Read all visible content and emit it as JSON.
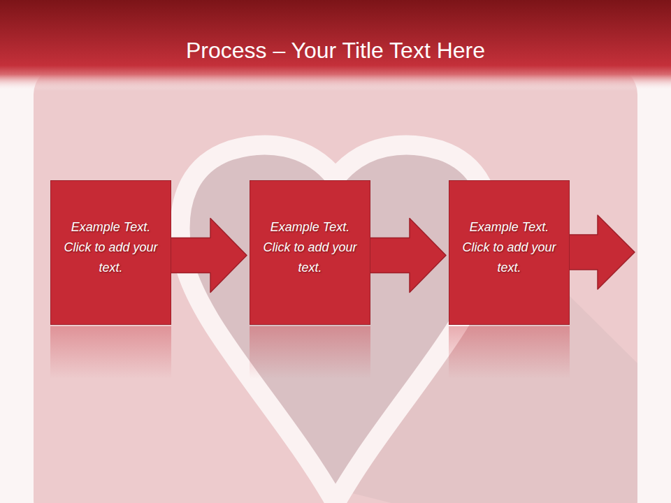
{
  "diagram": {
    "title": "Process – Your Title Text Here",
    "nodes": [
      {
        "text": [
          "Example Text. Click to add your text."
        ]
      },
      {
        "text": [
          "Example Text. Click to add your text."
        ]
      },
      {
        "text": [
          "Example Text. Click to add your text."
        ]
      }
    ],
    "edges": [
      {
        "from": 0,
        "to": 1,
        "arrow": "to"
      },
      {
        "from": 1,
        "to": 2,
        "arrow": "to"
      }
    ]
  }
}
